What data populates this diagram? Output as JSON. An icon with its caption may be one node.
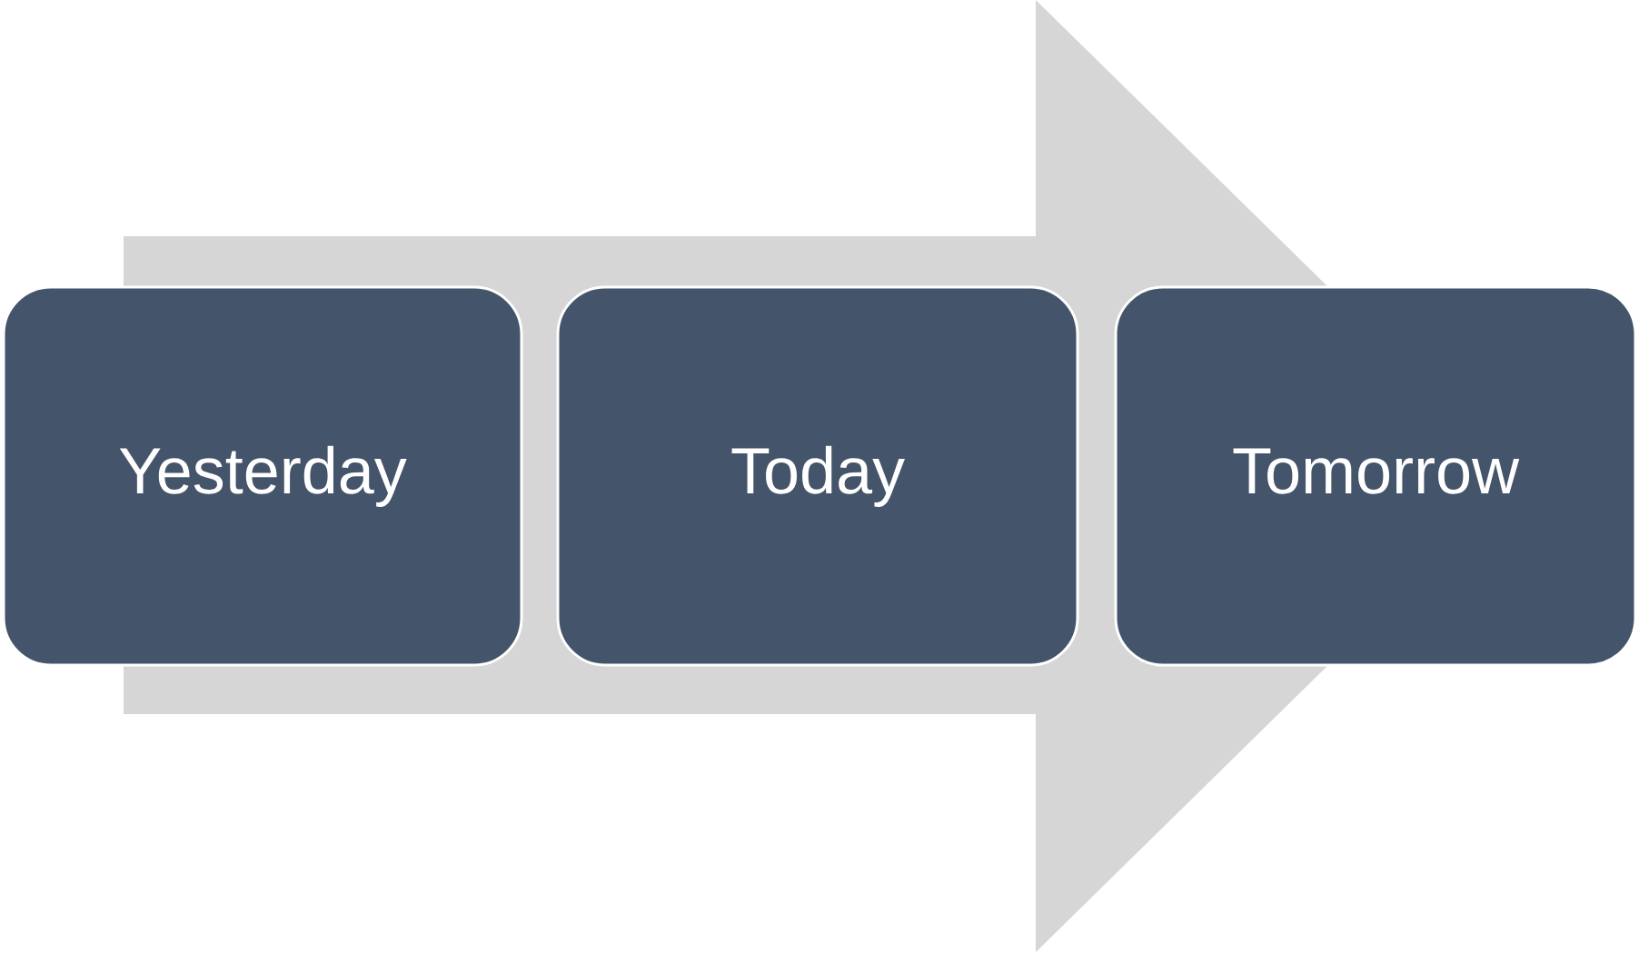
{
  "diagram": {
    "nodes": [
      {
        "text": [
          "Yesterday"
        ]
      },
      {
        "text": [
          "Today"
        ]
      },
      {
        "text": [
          "Tomorrow"
        ]
      }
    ],
    "edges": [
      {
        "from": 0,
        "to": 2,
        "arrow": "to"
      }
    ]
  }
}
